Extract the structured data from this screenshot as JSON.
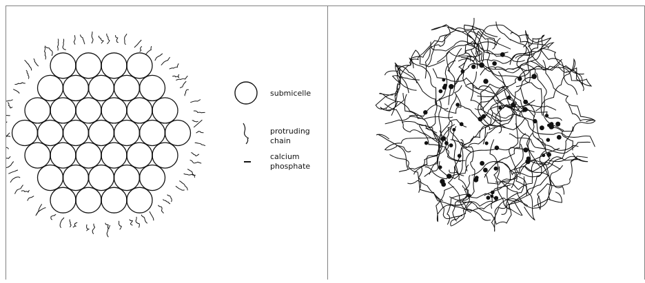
{
  "left_figure": {
    "legend": [
      {
        "key": "submicelle",
        "label_lines": [
          "submicelle"
        ],
        "icon": "circle-icon"
      },
      {
        "key": "protruding",
        "label_lines": [
          "protruding",
          "chain"
        ],
        "icon": "protruding-chain-icon"
      },
      {
        "key": "calcium",
        "label_lines": [
          "calcium",
          "phosphate"
        ],
        "icon": "dash-icon"
      }
    ]
  },
  "colors": {
    "line": "#111111",
    "border": "#808080",
    "background": "#ffffff"
  }
}
